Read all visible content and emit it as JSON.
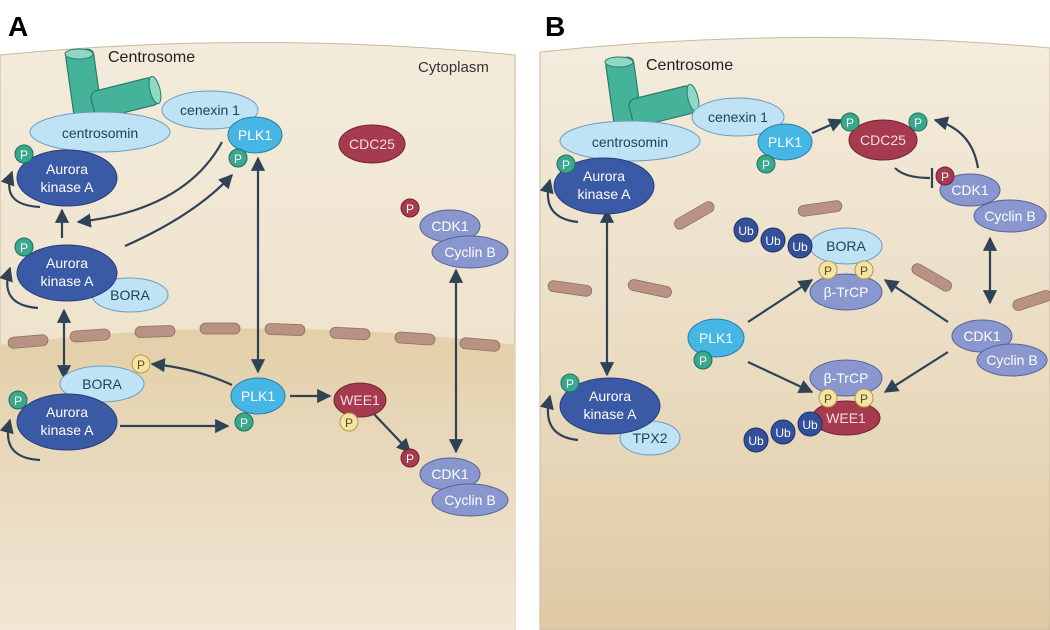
{
  "panels": {
    "a": {
      "letter": "A",
      "centrosome": "Centrosome",
      "cytoplasm": "Cytoplasm",
      "cenexin": "cenexin 1",
      "centrosomin": "centrosomin",
      "aurora_line1": "Aurora",
      "aurora_line2": "kinase A",
      "plk1": "PLK1",
      "cdc25": "CDC25",
      "bora": "BORA",
      "cdk1": "CDK1",
      "cyclin_b": "Cyclin B",
      "wee1": "WEE1",
      "p": "P"
    },
    "b": {
      "letter": "B",
      "centrosome": "Centrosome",
      "cenexin": "cenexin 1",
      "centrosomin": "centrosomin",
      "aurora_line1": "Aurora",
      "aurora_line2": "kinase A",
      "plk1": "PLK1",
      "cdc25": "CDC25",
      "cdk1": "CDK1",
      "cyclin_b": "Cyclin B",
      "bora": "BORA",
      "btrcp": "β-TrCP",
      "wee1": "WEE1",
      "tpx2": "TPX2",
      "ub": "Ub",
      "p": "P"
    }
  },
  "colors": {
    "aurora": "#3b5aa6",
    "light_blue": "#bfe3f5",
    "plk1": "#46b6e4",
    "cdc25": "#a63a4e",
    "cdk1": "#8a97cf",
    "p_green": "#3aa88c",
    "p_yellow": "#f4e3a2",
    "p_red": "#a63a4e",
    "ub": "#34509a",
    "arrow": "#2f4356",
    "cytoplasm": "#f2e8d6",
    "nucleus": "#e6d5b5",
    "centrosome": "#45b39a",
    "envelope": "#b89383"
  }
}
